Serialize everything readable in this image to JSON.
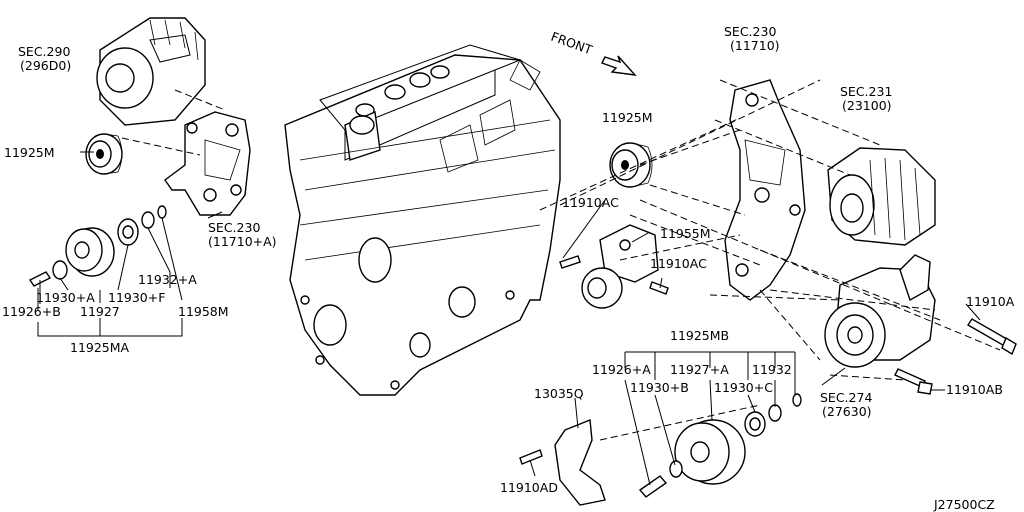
{
  "labels": {
    "sec290": "SEC.290",
    "sec290_sub": "(296D0)",
    "p11925m_left": "11925M",
    "sec230_left": "SEC.230",
    "sec230_left_sub": "(11710+A)",
    "p11932a": "11932+A",
    "p11930a": "11930+A",
    "p11930f": "11930+F",
    "p11926b": "11926+B",
    "p11927": "11927",
    "p11958m": "11958M",
    "p11925ma": "11925MA",
    "front": "FRONT",
    "sec230_right": "SEC.230",
    "sec230_right_sub": "(11710)",
    "sec231": "SEC.231",
    "sec231_sub": "(23100)",
    "p11925m_mid": "11925M",
    "p11910ac_top": "11910AC",
    "p11955m": "11955M",
    "p11910ac_mid": "11910AC",
    "p11910a": "11910A",
    "p11925mb": "11925MB",
    "p11926a": "11926+A",
    "p11927a": "11927+A",
    "p11932": "11932",
    "p11930b": "11930+B",
    "p11930c": "11930+C",
    "p13035q": "13035Q",
    "sec274": "SEC.274",
    "sec274_sub": "(27630)",
    "p11910ab": "11910AB",
    "p11910ad": "11910AD",
    "diagram_id": "J27500CZ"
  }
}
